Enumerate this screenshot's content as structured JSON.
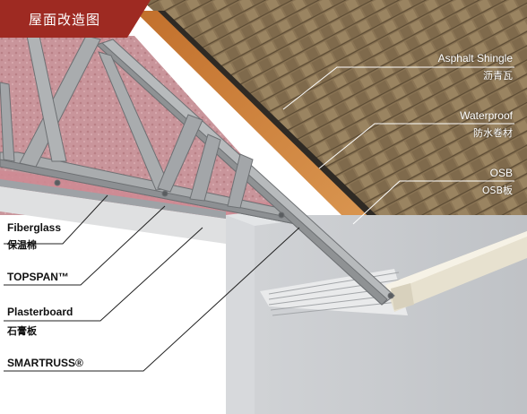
{
  "title": "屋面改造图",
  "labels_right": [
    {
      "name": "asphalt-shingle",
      "en": "Asphalt Shingle",
      "zh": "沥青瓦"
    },
    {
      "name": "waterproof",
      "en": "Waterproof",
      "zh": "防水卷材"
    },
    {
      "name": "osb",
      "en": "OSB",
      "zh": "OSB板"
    }
  ],
  "labels_left": [
    {
      "name": "fiberglass",
      "en": "Fiberglass",
      "zh": "保温棉"
    },
    {
      "name": "topspan",
      "en": "TOPSPAN™",
      "zh": ""
    },
    {
      "name": "plasterboard",
      "en": "Plasterboard",
      "zh": "石膏板"
    },
    {
      "name": "smartruss",
      "en": "SMARTRUSS®",
      "zh": ""
    }
  ],
  "colors": {
    "shingle": "#8a7454",
    "osb": "#d08a3c",
    "insulation": "#c9959b",
    "steel": "#a9acae",
    "wall": "#c7c9cc",
    "banner": "#9e2a22",
    "gutter": "#e7e1cf"
  }
}
